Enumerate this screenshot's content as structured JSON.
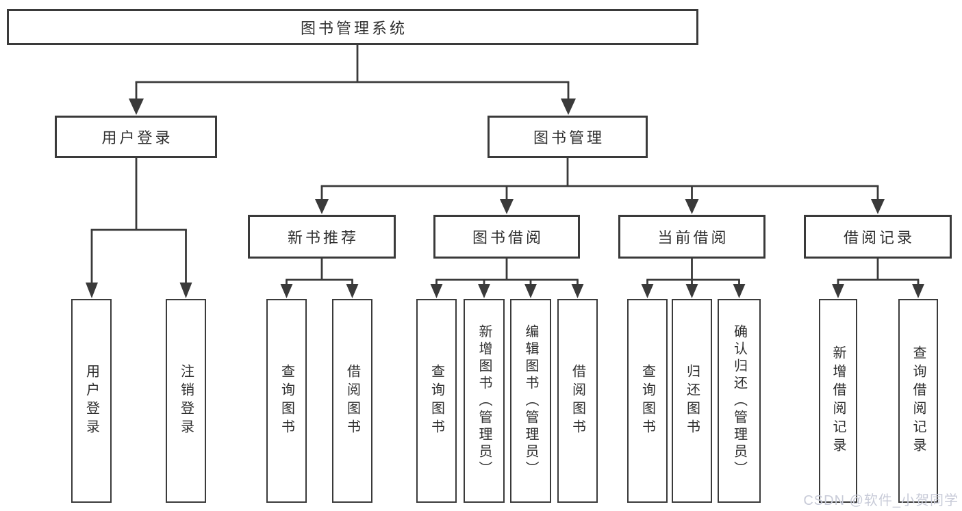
{
  "diagram": {
    "title": "图书管理系统",
    "branches": [
      {
        "label": "用户登录",
        "children": [
          "用户登录",
          "注销登录"
        ]
      },
      {
        "label": "图书管理",
        "children": [
          {
            "label": "新书推荐",
            "children": [
              "查询图书",
              "借阅图书"
            ]
          },
          {
            "label": "图书借阅",
            "children": [
              "查询图书",
              "新增图书（管理员）",
              "编辑图书（管理员）",
              "借阅图书"
            ]
          },
          {
            "label": "当前借阅",
            "children": [
              "查询图书",
              "归还图书",
              "确认归还（管理员）"
            ]
          },
          {
            "label": "借阅记录",
            "children": [
              "新增借阅记录",
              "查询借阅记录"
            ]
          }
        ]
      }
    ]
  },
  "watermark": {
    "text": "CSDN @软件_小贺同学"
  },
  "colors": {
    "line": "#3a3a3a",
    "text": "#2f2f2f",
    "background": "#ffffff",
    "watermark": "#c8cbd8"
  }
}
